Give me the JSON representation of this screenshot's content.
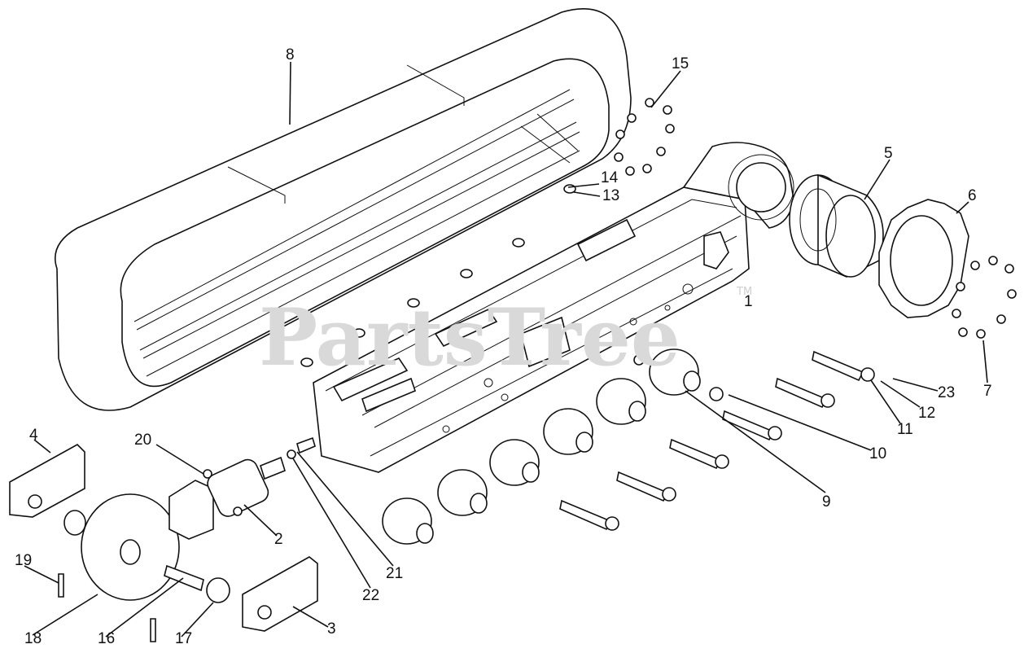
{
  "watermark": {
    "text": "PartsTree",
    "tm": "TM"
  },
  "parts": [
    {
      "id": "1",
      "label": "1"
    },
    {
      "id": "2",
      "label": "2"
    },
    {
      "id": "3",
      "label": "3"
    },
    {
      "id": "4",
      "label": "4"
    },
    {
      "id": "5",
      "label": "5"
    },
    {
      "id": "6",
      "label": "6"
    },
    {
      "id": "7",
      "label": "7"
    },
    {
      "id": "8",
      "label": "8"
    },
    {
      "id": "9",
      "label": "9"
    },
    {
      "id": "10",
      "label": "10"
    },
    {
      "id": "11",
      "label": "11"
    },
    {
      "id": "12",
      "label": "12"
    },
    {
      "id": "13",
      "label": "13"
    },
    {
      "id": "14",
      "label": "14"
    },
    {
      "id": "15",
      "label": "15"
    },
    {
      "id": "16",
      "label": "16"
    },
    {
      "id": "17",
      "label": "17"
    },
    {
      "id": "18",
      "label": "18"
    },
    {
      "id": "19",
      "label": "19"
    },
    {
      "id": "20",
      "label": "20"
    },
    {
      "id": "21",
      "label": "21"
    },
    {
      "id": "22",
      "label": "22"
    },
    {
      "id": "23",
      "label": "23"
    }
  ]
}
